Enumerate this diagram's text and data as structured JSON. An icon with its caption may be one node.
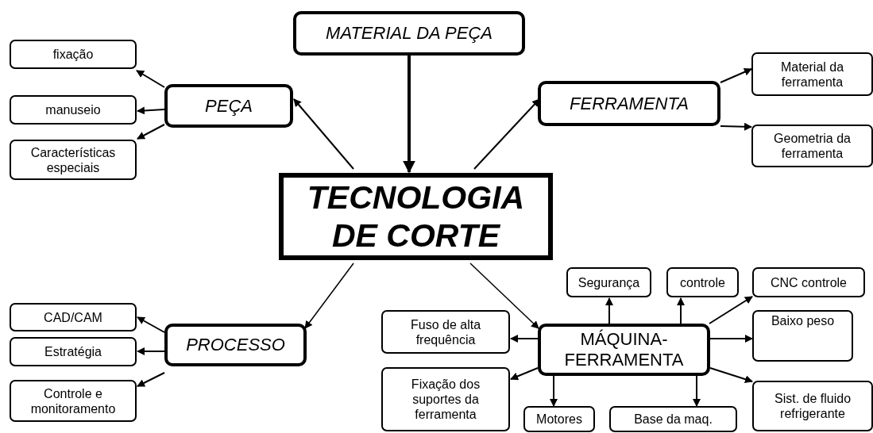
{
  "diagram": {
    "nodes": [
      {
        "text": [
          "MATERIAL DA PEÇA"
        ]
      },
      {
        "text": [
          "PEÇA"
        ]
      },
      {
        "text": [
          "FERRAMENTA"
        ]
      },
      {
        "text": [
          "TECNOLOGIA DE CORTE"
        ]
      },
      {
        "text": [
          "fixação"
        ]
      },
      {
        "text": [
          "manuseio"
        ]
      },
      {
        "text": [
          "Características especiais"
        ]
      },
      {
        "text": [
          "Material da ferramenta"
        ]
      },
      {
        "text": [
          "Geometria da ferramenta"
        ]
      },
      {
        "text": [
          "PROCESSO"
        ]
      },
      {
        "text": [
          "CAD/CAM"
        ]
      },
      {
        "text": [
          "Estratégia"
        ]
      },
      {
        "text": [
          "Controle e monitoramento"
        ]
      },
      {
        "text": [
          "Segurança"
        ]
      },
      {
        "text": [
          "controle"
        ]
      },
      {
        "text": [
          "CNC controle"
        ]
      },
      {
        "text": [
          "Fuso de alta frequência"
        ]
      },
      {
        "text": [
          "MÁQUINA-FERRAMENTA"
        ]
      },
      {
        "text": [
          "Baixo peso"
        ]
      },
      {
        "text": [
          "Fixação dos suportes da ferramenta"
        ]
      },
      {
        "text": [
          "Sist. de fluido refrigerante"
        ]
      },
      {
        "text": [
          "Motores"
        ]
      },
      {
        "text": [
          "Base da maq."
        ]
      }
    ],
    "edges": [
      {
        "from": 0,
        "to": 3,
        "arrow": "to",
        "style": "thick"
      },
      {
        "from": 3,
        "to": 1,
        "arrow": "to"
      },
      {
        "from": 3,
        "to": 2,
        "arrow": "to"
      },
      {
        "from": 3,
        "to": 9,
        "arrow": "to"
      },
      {
        "from": 3,
        "to": 17,
        "arrow": "to"
      },
      {
        "from": 1,
        "to": 4,
        "arrow": "to"
      },
      {
        "from": 1,
        "to": 5,
        "arrow": "to"
      },
      {
        "from": 1,
        "to": 6,
        "arrow": "to"
      },
      {
        "from": 2,
        "to": 7,
        "arrow": "to"
      },
      {
        "from": 2,
        "to": 8,
        "arrow": "to"
      },
      {
        "from": 9,
        "to": 10,
        "arrow": "to"
      },
      {
        "from": 9,
        "to": 11,
        "arrow": "to"
      },
      {
        "from": 9,
        "to": 12,
        "arrow": "to"
      },
      {
        "from": 17,
        "to": 13,
        "arrow": "to"
      },
      {
        "from": 17,
        "to": 14,
        "arrow": "to"
      },
      {
        "from": 17,
        "to": 15,
        "arrow": "to"
      },
      {
        "from": 17,
        "to": 16,
        "arrow": "to"
      },
      {
        "from": 17,
        "to": 18,
        "arrow": "to"
      },
      {
        "from": 17,
        "to": 19,
        "arrow": "to"
      },
      {
        "from": 17,
        "to": 20,
        "arrow": "to"
      },
      {
        "from": 17,
        "to": 21,
        "arrow": "to"
      },
      {
        "from": 17,
        "to": 22,
        "arrow": "to"
      }
    ]
  }
}
